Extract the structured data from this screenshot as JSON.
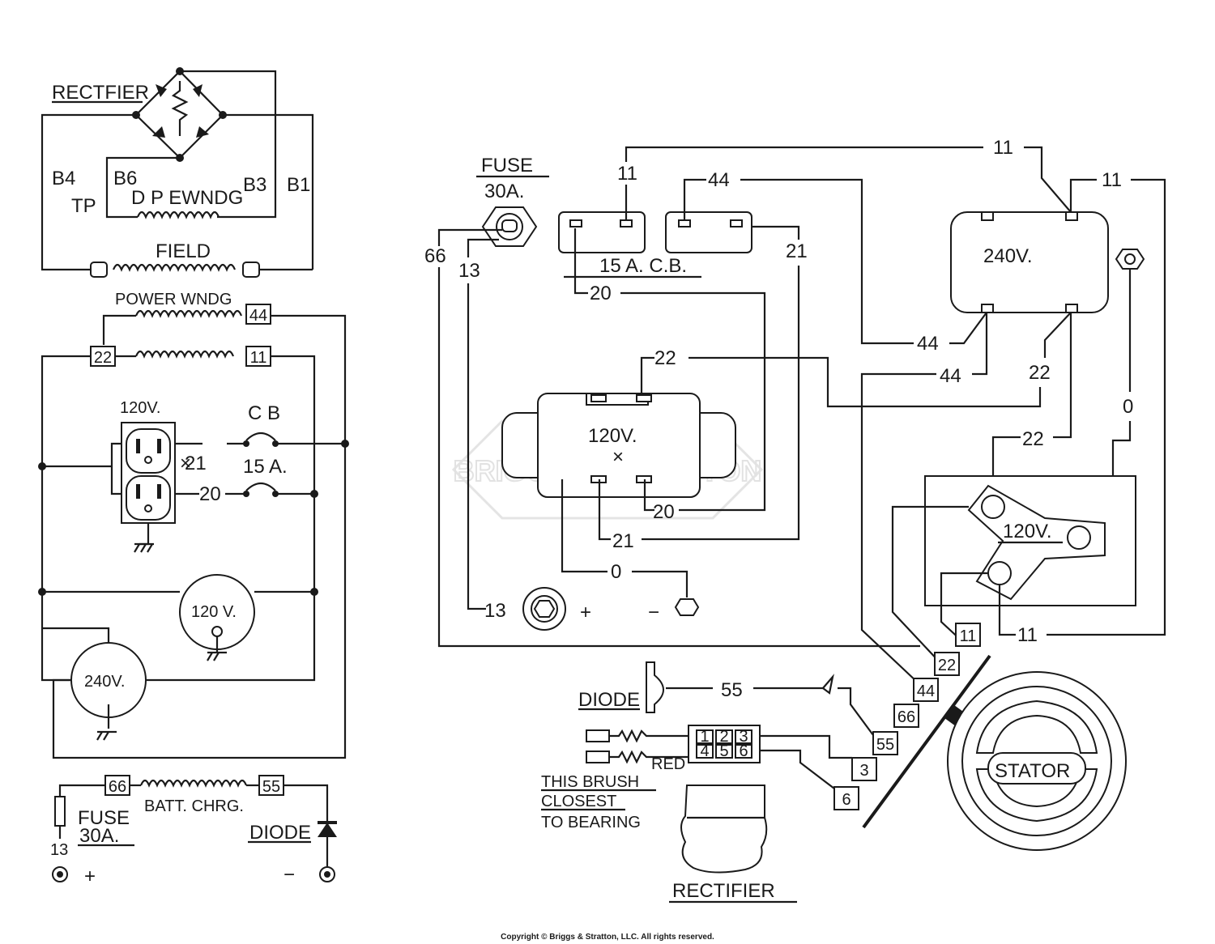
{
  "left": {
    "rectifier": "RECTFIER",
    "b4": "B4",
    "b6": "B6",
    "b3": "B3",
    "b1": "B1",
    "tp": "TP",
    "dp_winding": "D P EWNDG",
    "field": "FIELD",
    "power_winding": "POWER WNDG",
    "wire_44": "44",
    "wire_22": "22",
    "wire_11": "11",
    "outlet_120": "120V.",
    "cb": "C B",
    "wire_21": "21",
    "wire_20": "20",
    "cb_rating": "15 A.",
    "round_120": "120 V.",
    "round_240": "240V.",
    "wire_66": "66",
    "wire_55": "55",
    "batt_chrg": "BATT. CHRG.",
    "fuse": "FUSE",
    "fuse_rating": "30A.",
    "wire_13": "13",
    "diode": "DIODE",
    "plus": "+",
    "minus": "−"
  },
  "right": {
    "fuse": "FUSE",
    "fuse_rating": "30A.",
    "wire_66": "66",
    "wire_13": "13",
    "wire_11_cb": "11",
    "wire_44_cb": "44",
    "cb_label": "15 A. C.B.",
    "wire_20": "20",
    "wire_21": "21",
    "wire_11_top": "11",
    "wire_11_right": "11",
    "label_240": "240V.",
    "wire_44_a": "44",
    "wire_44_b": "44",
    "wire_22_a": "22",
    "wire_22_top": "22",
    "wire_22_mid": "22",
    "wire_0_right": "0",
    "duplex_120": "120V.",
    "wire_20_dup": "20",
    "wire_21_dup": "21",
    "wire_0_dup": "0",
    "wire_13_term": "13",
    "plus": "+",
    "minus": "−",
    "twist_120": "120V.",
    "wire_11_bottom": "11",
    "diode": "DIODE",
    "wire_55": "55",
    "red": "RED",
    "brush_note_1": "THIS BRUSH",
    "brush_note_2": "CLOSEST",
    "brush_note_3": "TO BEARING",
    "rectifier": "RECTIFIER",
    "stator": "STATOR",
    "tag_11": "11",
    "tag_22": "22",
    "tag_44": "44",
    "tag_66": "66",
    "tag_55": "55",
    "tag_3": "3",
    "tag_6": "6",
    "plug_1": "1",
    "plug_2": "2",
    "plug_3": "3",
    "plug_4": "4",
    "plug_5": "5",
    "plug_6": "6"
  },
  "watermark": "BRIGGS & STRATTON",
  "copyright": "Copyright © Briggs & Stratton, LLC. All rights reserved."
}
